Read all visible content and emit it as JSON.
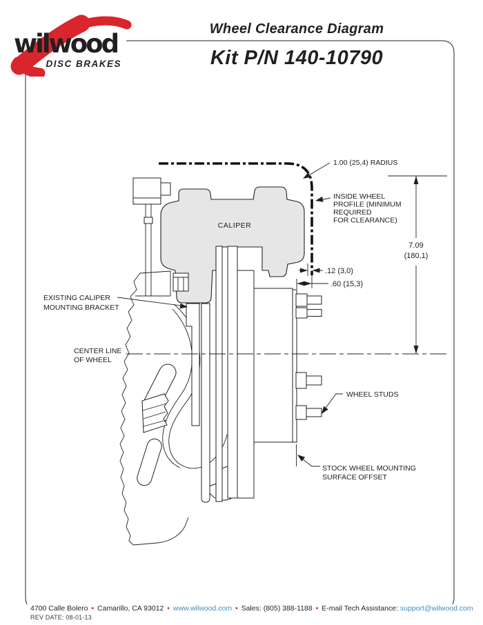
{
  "header": {
    "brand_script": "wilwood",
    "brand_tagline": "DISC BRAKES",
    "title": "Wheel Clearance Diagram",
    "kit_number": "Kit P/N 140-10790"
  },
  "diagram": {
    "caliper": "CALIPER",
    "radius": "1.00 (25,4) RADIUS",
    "inside_profile": [
      "INSIDE WHEEL",
      "PROFILE (MINIMUM",
      "REQUIRED",
      "FOR CLEARANCE)"
    ],
    "height_in": "7.09",
    "height_mm": "(180,1)",
    "gap": ".12 (3,0)",
    "offset": ".60 (15,3)",
    "bracket": [
      "EXISTING CALIPER",
      "MOUNTING BRACKET"
    ],
    "centerline": [
      "CENTER LINE",
      "OF WHEEL"
    ],
    "studs": "WHEEL STUDS",
    "mounting": [
      "STOCK WHEEL MOUNTING",
      "SURFACE OFFSET"
    ]
  },
  "footer": {
    "bullet": "•",
    "address": "4700 Calle Bolero",
    "city": "Camarillo, CA 93012",
    "website": "www.wilwood.com",
    "sales": "Sales: (805) 388-1188",
    "tech_label": "E-mail Tech Assistance:",
    "email": "support@wilwood.com",
    "rev_date": "REV DATE:  08-01-13"
  },
  "colors": {
    "brand_red": "#d9262c",
    "link_blue": "#3f8fc5",
    "bullet_red": "#b5443c",
    "ink": "#231f20",
    "caliper_fill": "#e6e6e6"
  }
}
